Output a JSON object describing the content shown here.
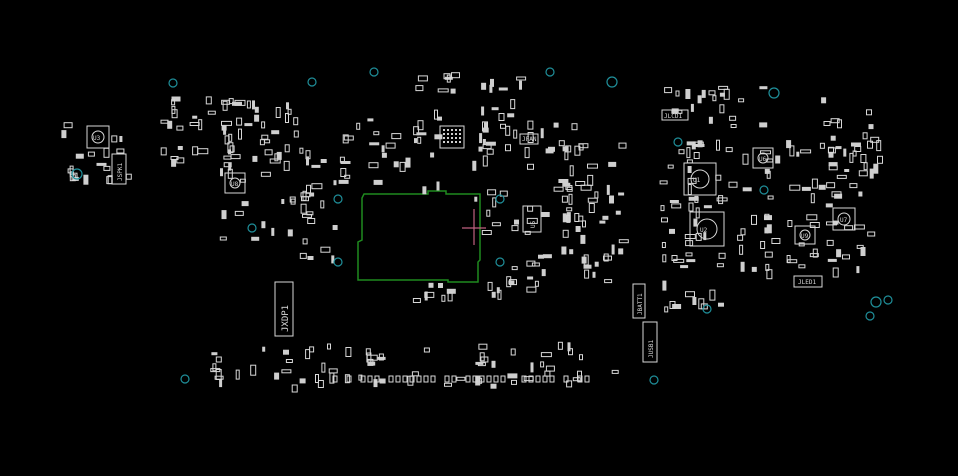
{
  "board": {
    "background": "#000000",
    "silk_color": "#d8d8d8",
    "via_color": "#1f8f9a",
    "outline_color": "#1f8a1f",
    "labels": {
      "jxdp1": "JXDP1",
      "jspk1": "JSPK1",
      "jusb1": "JUSB1",
      "jbatt1": "JBATT1",
      "jled1": "JLED1",
      "jfan": "JFAN",
      "jlcd1": "JLCD1",
      "u1": "U1",
      "u2": "U2",
      "u3": "U3",
      "u4": "U4",
      "u5": "U5",
      "u6": "U6",
      "u7": "U7",
      "u8": "U8",
      "u9": "U9"
    }
  }
}
